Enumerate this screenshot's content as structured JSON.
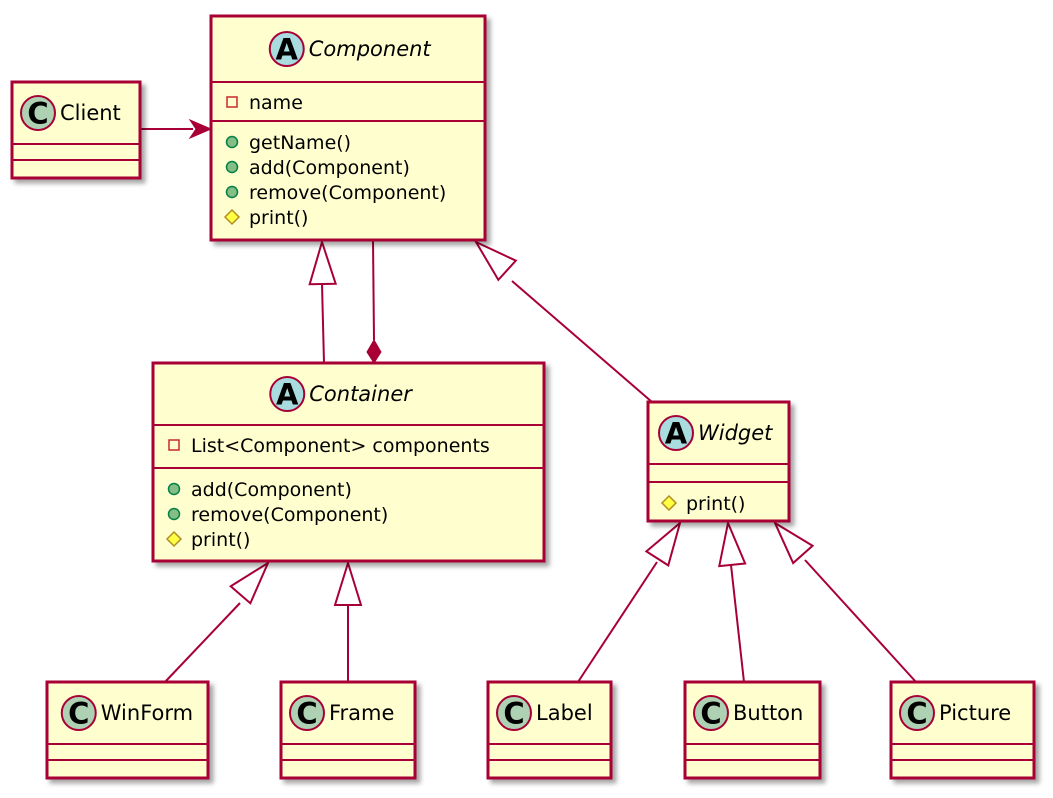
{
  "diagram": {
    "classes": [
      {
        "id": "component",
        "name": "Component",
        "stereotype": "A",
        "abstract": true,
        "attributes": [
          {
            "vis": "private",
            "text": "name"
          }
        ],
        "methods": [
          {
            "vis": "public",
            "text": "getName()"
          },
          {
            "vis": "public",
            "text": "add(Component)"
          },
          {
            "vis": "public",
            "text": "remove(Component)"
          },
          {
            "vis": "protected",
            "text": "print()"
          }
        ]
      },
      {
        "id": "client",
        "name": "Client",
        "stereotype": "C",
        "abstract": false,
        "attributes": [],
        "methods": []
      },
      {
        "id": "container",
        "name": "Container",
        "stereotype": "A",
        "abstract": true,
        "attributes": [
          {
            "vis": "private",
            "text": "List<Component> components"
          }
        ],
        "methods": [
          {
            "vis": "public",
            "text": "add(Component)"
          },
          {
            "vis": "public",
            "text": "remove(Component)"
          },
          {
            "vis": "protected",
            "text": "print()"
          }
        ]
      },
      {
        "id": "widget",
        "name": "Widget",
        "stereotype": "A",
        "abstract": true,
        "attributes": [],
        "methods": [
          {
            "vis": "protected",
            "text": "print()"
          }
        ]
      },
      {
        "id": "winform",
        "name": "WinForm",
        "stereotype": "C",
        "abstract": false,
        "attributes": [],
        "methods": []
      },
      {
        "id": "frame",
        "name": "Frame",
        "stereotype": "C",
        "abstract": false,
        "attributes": [],
        "methods": []
      },
      {
        "id": "label",
        "name": "Label",
        "stereotype": "C",
        "abstract": false,
        "attributes": [],
        "methods": []
      },
      {
        "id": "button",
        "name": "Button",
        "stereotype": "C",
        "abstract": false,
        "attributes": [],
        "methods": []
      },
      {
        "id": "picture",
        "name": "Picture",
        "stereotype": "C",
        "abstract": false,
        "attributes": [],
        "methods": []
      }
    ],
    "relations": [
      {
        "from": "client",
        "to": "component",
        "type": "association"
      },
      {
        "from": "container",
        "to": "component",
        "type": "inheritance"
      },
      {
        "from": "component",
        "to": "container",
        "type": "composition"
      },
      {
        "from": "widget",
        "to": "component",
        "type": "inheritance"
      },
      {
        "from": "winform",
        "to": "container",
        "type": "inheritance"
      },
      {
        "from": "frame",
        "to": "container",
        "type": "inheritance"
      },
      {
        "from": "label",
        "to": "widget",
        "type": "inheritance"
      },
      {
        "from": "button",
        "to": "widget",
        "type": "inheritance"
      },
      {
        "from": "picture",
        "to": "widget",
        "type": "inheritance"
      }
    ],
    "colors": {
      "border": "#A80036",
      "fill": "#FEFECE",
      "abstract_badge": "#A9DCDF",
      "class_badge": "#ADD1B2"
    }
  }
}
